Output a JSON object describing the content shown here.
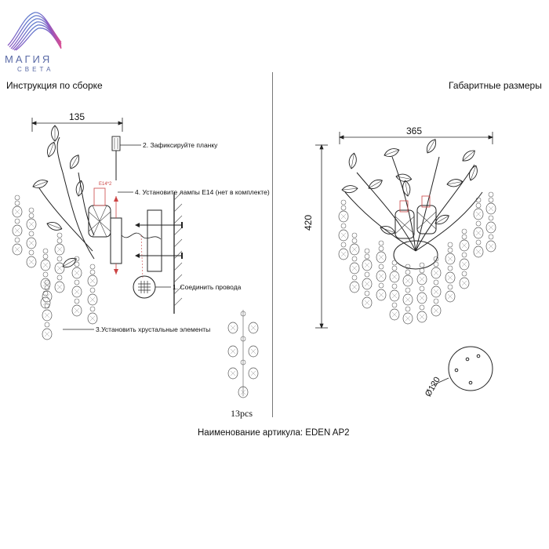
{
  "brand": {
    "name": "МАГИЯ",
    "tagline": "СВЕТА",
    "colors": {
      "wave_top": "#e24a8c",
      "wave_mid": "#8a5bc4",
      "wave_bottom": "#3fa0d8",
      "text": "#5a6aa6"
    }
  },
  "left_panel": {
    "title": "Инструкция по сборке",
    "dimension_width": "135",
    "steps": [
      {
        "text": "2. Зафиксируйте планку"
      },
      {
        "text": "4. Установите лампы E14 (нет в комплекте)"
      },
      {
        "text": "1. Соединить провода"
      },
      {
        "text": "3.Установить хрустальные элементы"
      }
    ],
    "socket_label": "E14*2",
    "pieces_count": "13pcs"
  },
  "right_panel": {
    "title": "Габаритные размеры",
    "dimension_width": "365",
    "dimension_height": "420",
    "base_diameter": "Ø120"
  },
  "footer": {
    "article_label": "Наименование артикула: EDEN AP2"
  }
}
